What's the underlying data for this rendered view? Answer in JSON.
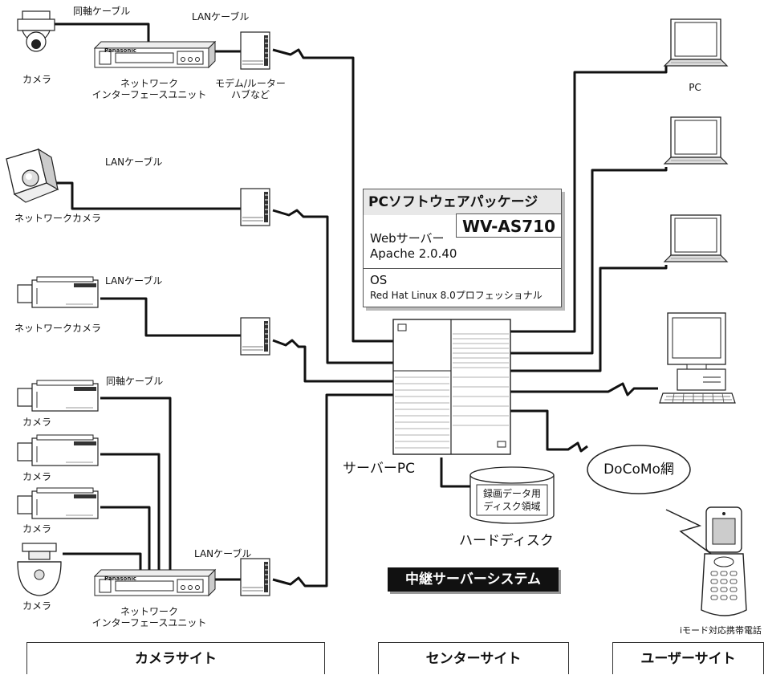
{
  "labels": {
    "coax_top": "同軸ケーブル",
    "lan_top": "LANケーブル",
    "camera_top": "カメラ",
    "niu_top_l1": "ネットワーク",
    "niu_top_l2": "インターフェースユニット",
    "modem_l1": "モデム/ルーター",
    "modem_l2": "ハブなど",
    "lan_2": "LANケーブル",
    "netcam_1": "ネットワークカメラ",
    "lan_3": "LANケーブル",
    "netcam_2": "ネットワークカメラ",
    "coax_bottom": "同軸ケーブル",
    "camera_b1": "カメラ",
    "camera_b2": "カメラ",
    "camera_b3": "カメラ",
    "camera_b4": "カメラ",
    "lan_4": "LANケーブル",
    "niu_bottom_l1": "ネットワーク",
    "niu_bottom_l2": "インターフェースユニット",
    "server": "サーバーPC",
    "hdd_l1": "録画データ用",
    "hdd_l2": "ディスク領域",
    "hdd_name": "ハードディスク",
    "docomo": "DoCoMo網",
    "pc": "PC",
    "imode": "iモード対応携帯電話",
    "brand": "Panasonic"
  },
  "package": {
    "title": "PCソフトウェアパッケージ",
    "model": "WV-AS710",
    "web_l1": "Webサーバー",
    "web_l2": "Apache 2.0.40",
    "os_l1": "OS",
    "os_l2": "Red Hat Linux 8.0プロフェッショナル"
  },
  "relay_system": "中継サーバーシステム",
  "sites": {
    "camera": "カメラサイト",
    "center": "センターサイト",
    "user": "ユーザーサイト"
  }
}
